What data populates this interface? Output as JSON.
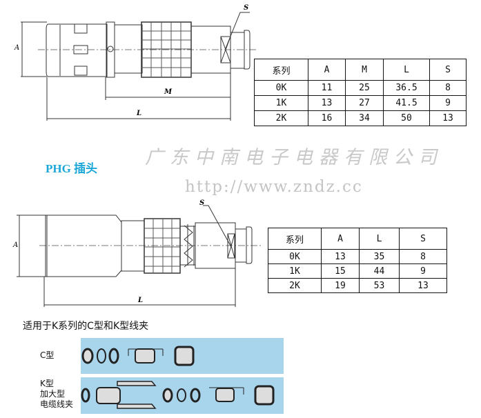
{
  "drawing1": {
    "dim_labels": {
      "a": "A",
      "m": "M",
      "l": "L",
      "s": "S"
    }
  },
  "table1": {
    "headers": [
      "系列",
      "A",
      "M",
      "L",
      "S"
    ],
    "rows": [
      [
        "0K",
        "11",
        "25",
        "36.5",
        "8"
      ],
      [
        "1K",
        "13",
        "27",
        "41.5",
        "9"
      ],
      [
        "2K",
        "16",
        "34",
        "50",
        "13"
      ]
    ]
  },
  "watermark": {
    "company": "广东中南电子电器有限公司",
    "url": "http://www.zndz.cc"
  },
  "section_title": "PHG 插头",
  "drawing2": {
    "dim_labels": {
      "a": "A",
      "l": "L",
      "s": "S"
    }
  },
  "table2": {
    "headers": [
      "系列",
      "A",
      "L",
      "S"
    ],
    "rows": [
      [
        "0K",
        "13",
        "35",
        "8"
      ],
      [
        "1K",
        "15",
        "44",
        "9"
      ],
      [
        "2K",
        "19",
        "53",
        "13"
      ]
    ]
  },
  "clamps": {
    "caption": "适用于K系列的C型和K型线夹",
    "c_label": "C型",
    "k_label_lines": [
      "K型",
      "加大型",
      "电缆线夹"
    ],
    "band_color": "#a8d4ec"
  }
}
